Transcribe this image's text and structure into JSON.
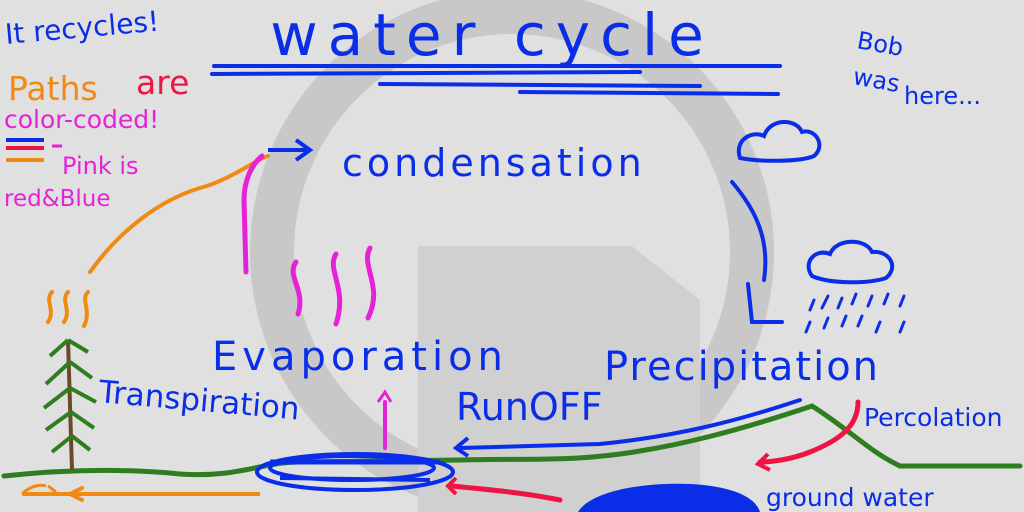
{
  "title": "water cycle",
  "corner_notes": {
    "recycles": "It recycles!",
    "paths": "Paths",
    "are": "are",
    "color_coded": "color-coded!",
    "pink_is": "Pink is",
    "red_blue": "red&Blue",
    "bob_line1": "Bob",
    "bob_line2": "was",
    "bob_line3": "here..."
  },
  "labels": {
    "condensation": "condensation",
    "evaporation": "Evaporation",
    "transpiration": "Transpiration",
    "precipitation": "Precipitation",
    "runoff": "RunOFF",
    "percolation": "Percolation",
    "ground_water": "ground water"
  },
  "colors": {
    "background": "#e0e0e0",
    "watermark_ring": "#c8c8c8",
    "watermark_square": "#d0d0d0",
    "blue": "#0a2ee8",
    "orange": "#f08a12",
    "red": "#ef1446",
    "pink": "#e622d8",
    "green": "#2e7d1e",
    "trunk": "#6b4a2a",
    "ground_water": "#0a2ee8"
  },
  "icons": {
    "cloud": "cloud-icon",
    "rain_cloud": "rain-cloud-icon",
    "tree": "tree-icon",
    "lake": "lake-icon",
    "heat_waves": "heat-waves-icon"
  }
}
